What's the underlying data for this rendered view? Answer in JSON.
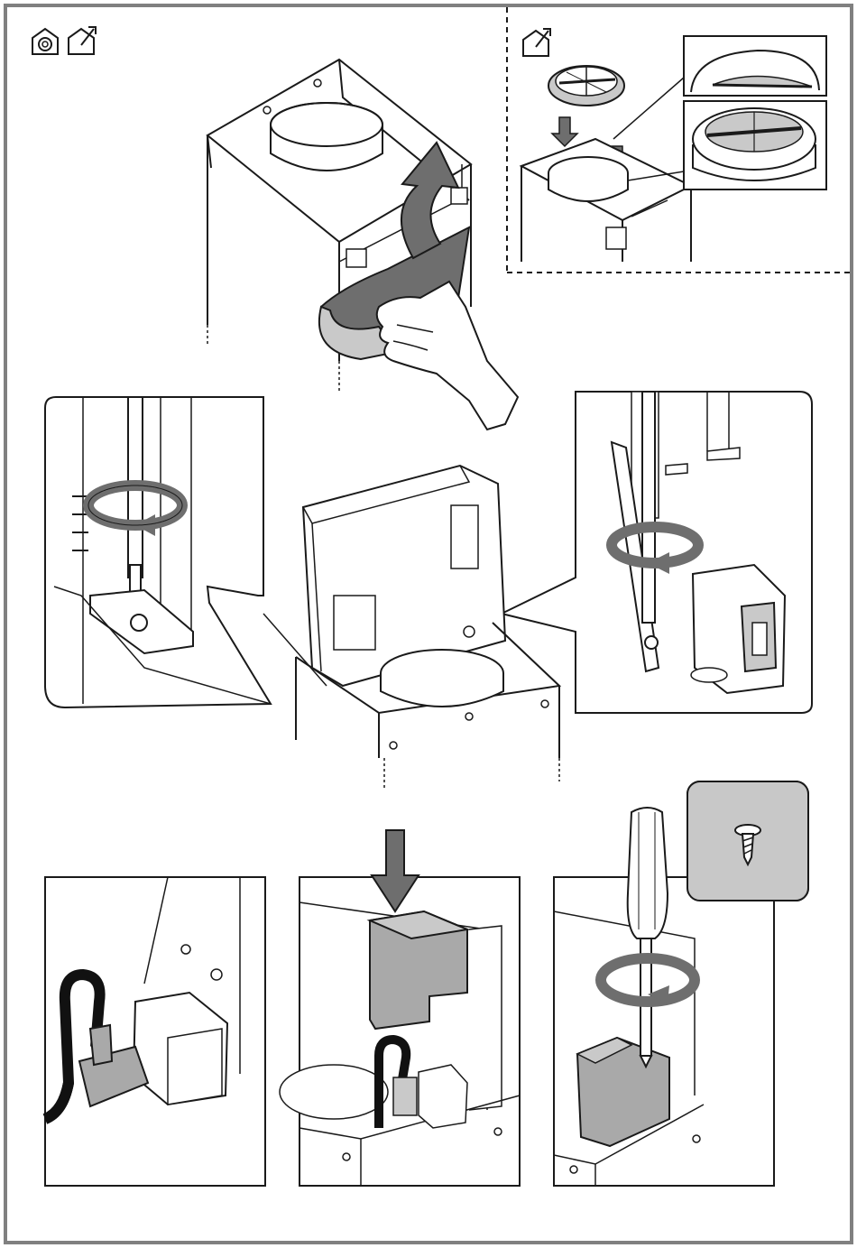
{
  "colors": {
    "frame": "#808080",
    "line": "#1a1a1a",
    "gray_part": "#a9a9a9",
    "light_gray": "#c9c9c9",
    "tape": "#6e6e6e",
    "screw_box": "#c8c8c8",
    "cable": "#111111",
    "background": "#ffffff"
  },
  "icons": {
    "top_left": [
      "recirculation-mode-icon",
      "extraction-mode-icon"
    ],
    "top_right": [
      "extraction-mode-icon"
    ],
    "arrows": [
      "curved-arrow-up-icon",
      "push-down-arrow-icon",
      "rotate-counterclockwise-icon",
      "rotate-clockwise-icon"
    ]
  },
  "steps": [
    {
      "panel": "remove-tape-from-chimney",
      "icon_mode": "recirculation-or-extraction"
    },
    {
      "panel": "insert-backdraft-valve",
      "icon_mode": "extraction-only"
    },
    {
      "panel": "loosen-screws-left-detail"
    },
    {
      "panel": "hood-body-with-duct-collar"
    },
    {
      "panel": "loosen-screws-right-detail"
    },
    {
      "panel": "connect-power-plug"
    },
    {
      "panel": "fit-cover-down"
    },
    {
      "panel": "screw-cover-in-place",
      "hardware": "screw-icon"
    }
  ]
}
